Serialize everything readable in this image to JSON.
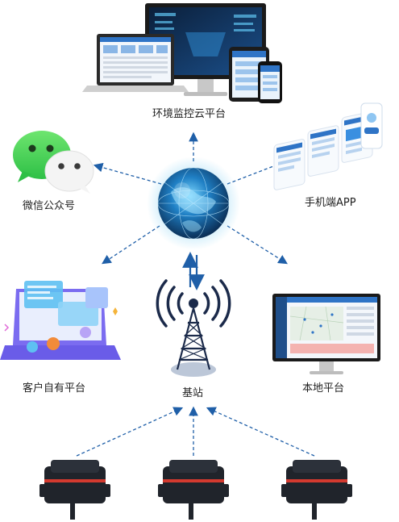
{
  "nodes": {
    "cloud_platform": "环境监控云平台",
    "wechat": "微信公众号",
    "mobile_app": "手机端APP",
    "customer_platform": "客户自有平台",
    "local_platform": "本地平台",
    "base_station": "基站"
  },
  "colors": {
    "arrow": "#1f5fa8",
    "globe_dark": "#0b2f57",
    "globe_light": "#5fc3f0",
    "wechat_green": "#4cd25b",
    "tower": "#1b2a4a",
    "device_body": "#20242b",
    "device_stripe": "#d43a2f"
  },
  "icons": [
    "globe-icon",
    "cloud-devices-icon",
    "wechat-icon",
    "mobile-app-icon",
    "customer-platform-icon",
    "local-platform-icon",
    "tower-icon",
    "sensor-device-icon"
  ]
}
